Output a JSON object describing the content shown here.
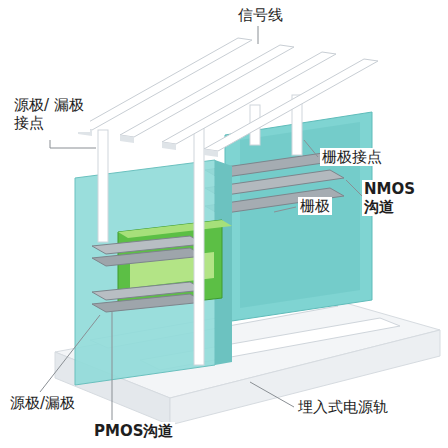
{
  "diagram": {
    "labels": [
      "信号线",
      "源极/ 漏极接点",
      "栅极接点",
      "NMOS 沟道",
      "栅极",
      "源极/漏极",
      "PMOS沟道",
      "埋入式电源轨"
    ]
  }
}
